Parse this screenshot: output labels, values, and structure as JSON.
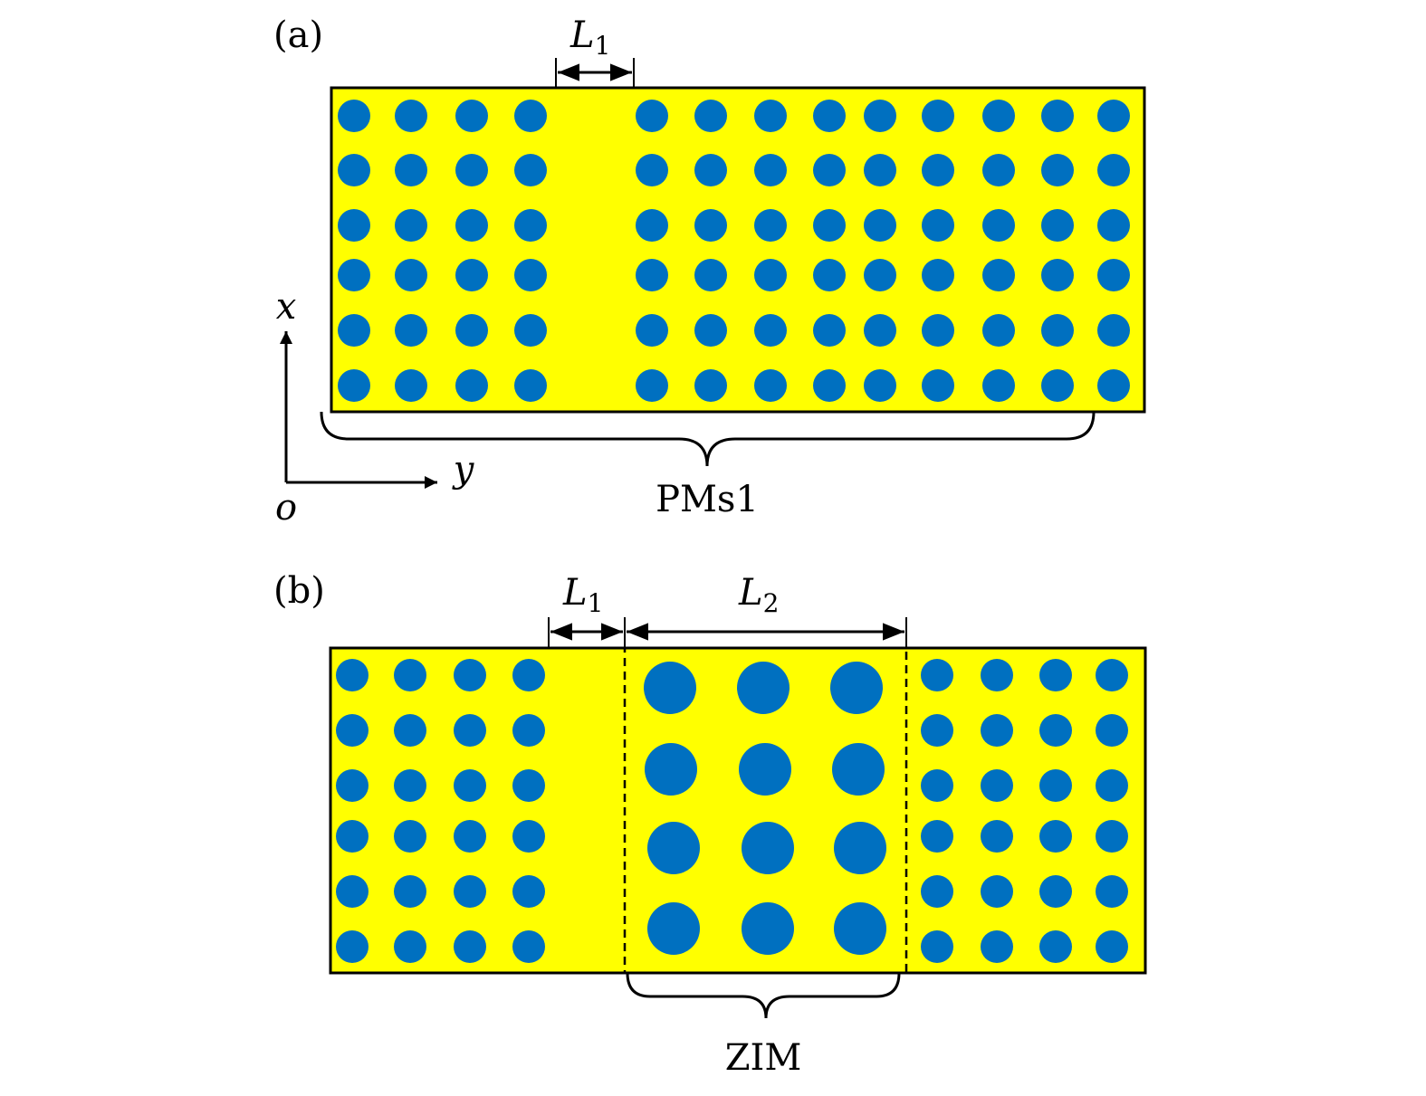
{
  "panel_a": {
    "label": "(a)",
    "dimension_label": "L",
    "dimension_sub": "1",
    "brace_label": "PMs1",
    "axis_x": "x",
    "axis_y": "y",
    "origin": "o",
    "left_columns": 4,
    "right_columns": 9,
    "rows": 6
  },
  "panel_b": {
    "label": "(b)",
    "dim1_label": "L",
    "dim1_sub": "1",
    "dim2_label": "L",
    "dim2_sub": "2",
    "brace_label": "ZIM",
    "left_columns": 4,
    "zim_columns": 3,
    "zim_rows": 4,
    "right_columns": 4,
    "rows": 6
  },
  "colors": {
    "background_medium": "#ffff00",
    "rod": "#0070c0",
    "outline": "#000000"
  }
}
